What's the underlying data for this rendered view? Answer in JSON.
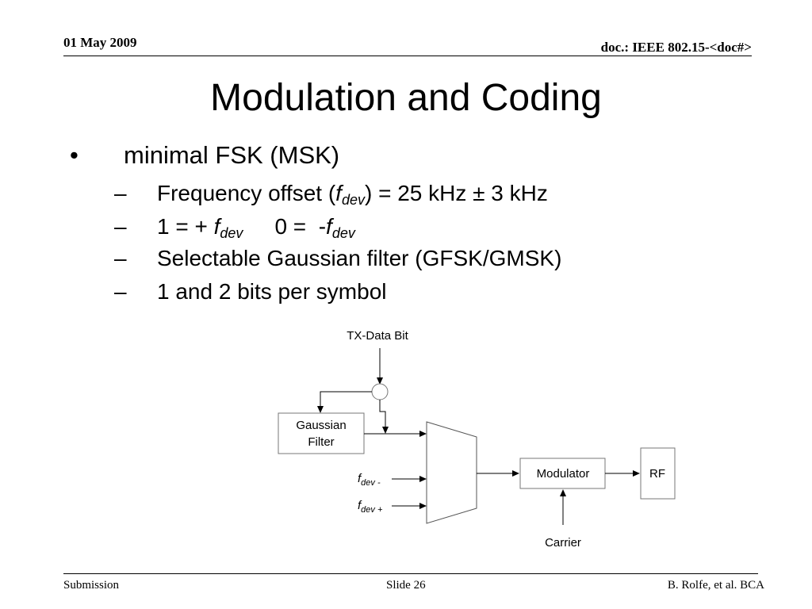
{
  "header": {
    "date": "01 May 2009",
    "doc_id": "doc.: IEEE 802.15-<doc#>"
  },
  "title": "Modulation and Coding",
  "bullets": {
    "main": {
      "mark": "•",
      "text": "minimal FSK (MSK)"
    },
    "dash": "–",
    "sub1": {
      "pre": "Frequency offset (",
      "f": "f",
      "dev": "dev",
      "post": ") = 25 kHz ± 3 kHz"
    },
    "sub2": {
      "one": "1 = +",
      "f1": "f",
      "dev1": "dev",
      "zero": "0 =",
      "neg": "-",
      "f2": "f",
      "dev2": "dev"
    },
    "sub3": "Selectable Gaussian filter (GFSK/GMSK)",
    "sub4": "1 and 2 bits per symbol"
  },
  "diagram": {
    "tx_label": "TX-Data Bit",
    "gaussian_l1": "Gaussian",
    "gaussian_l2": "Filter",
    "modulator": "Modulator",
    "rf": "RF",
    "carrier": "Carrier",
    "fdev_minus_f": "f",
    "fdev_minus_sub": "dev -",
    "fdev_plus_f": "f",
    "fdev_plus_sub": "dev +"
  },
  "footer": {
    "left": "Submission",
    "center": "Slide 26",
    "right": "B. Rolfe, et al. BCA"
  }
}
